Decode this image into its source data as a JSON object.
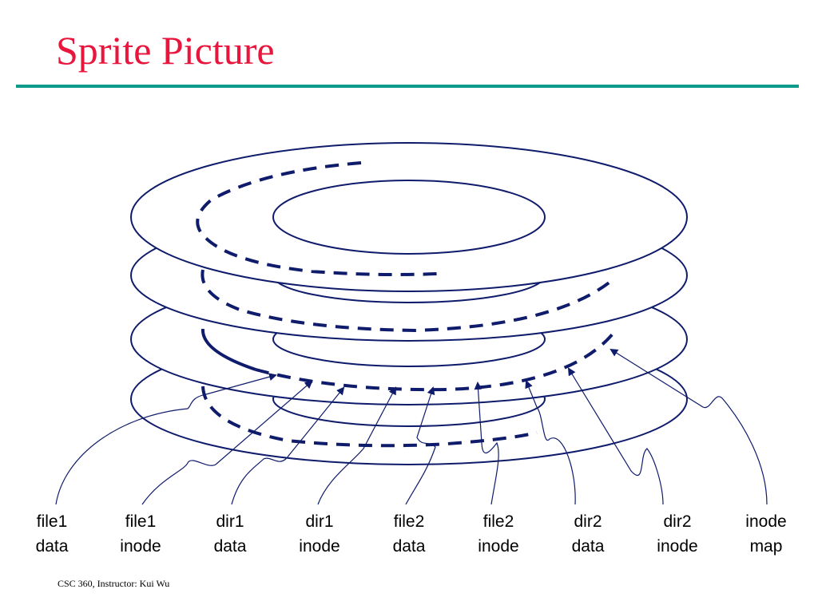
{
  "slide": {
    "title": "Sprite Picture",
    "footer": "CSC 360, Instructor: Kui Wu"
  },
  "colors": {
    "title": "#e8163c",
    "rule": "#0c9a8a",
    "stroke": "#0f1b6b"
  },
  "labels": [
    {
      "line1": "file1",
      "line2": "data"
    },
    {
      "line1": "file1",
      "line2": "inode"
    },
    {
      "line1": "dir1",
      "line2": "data"
    },
    {
      "line1": "dir1",
      "line2": "inode"
    },
    {
      "line1": "file2",
      "line2": "data"
    },
    {
      "line1": "file2",
      "line2": "inode"
    },
    {
      "line1": "dir2",
      "line2": "data"
    },
    {
      "line1": "dir2",
      "line2": "inode"
    },
    {
      "line1": "inode",
      "line2": "map"
    }
  ]
}
